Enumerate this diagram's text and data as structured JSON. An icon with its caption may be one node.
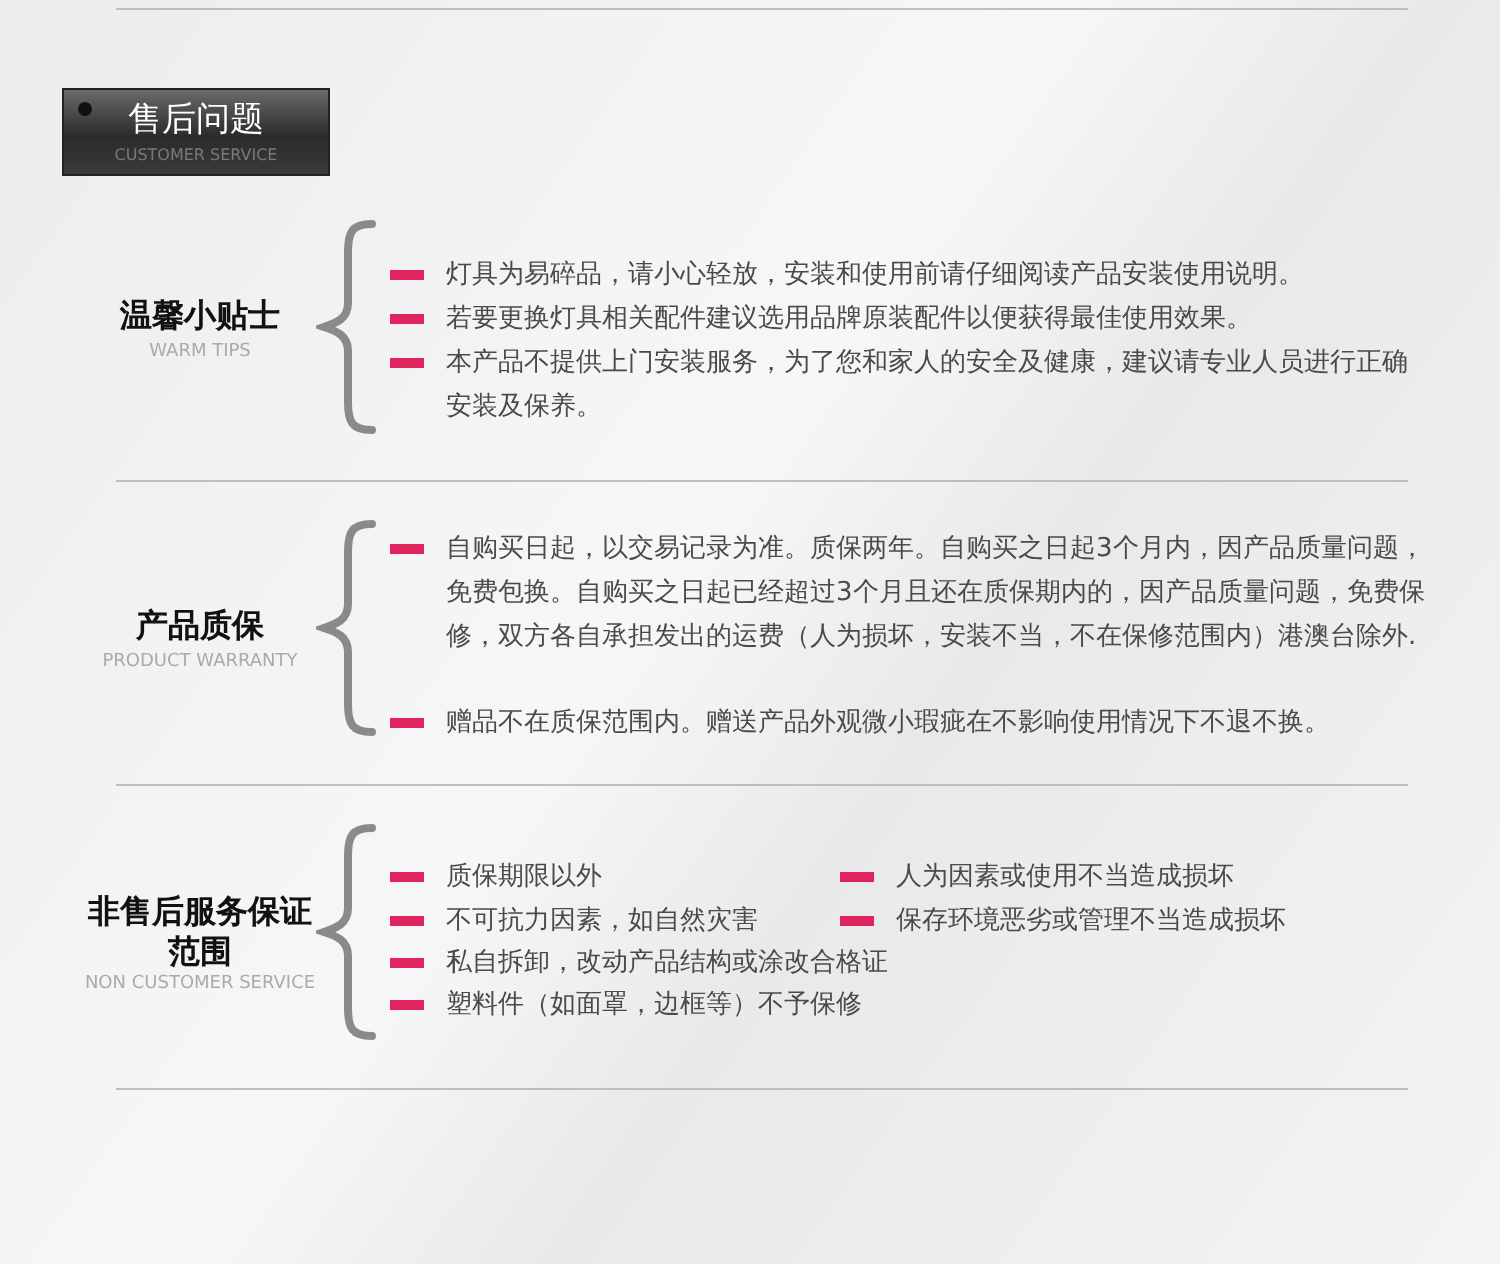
{
  "diagram": {
    "title": "售后问题",
    "labels": [
      "CUSTOMER SERVICE",
      "温馨小贴士",
      "WARM TIPS",
      "灯具为易碎品，请小心轻放，安装和使用前请仔细阅读产品安装使用说明。",
      "若要更换灯具相关配件建议选用品牌原装配件以便获得最佳使用效果。",
      "本产品不提供上门安装服务，为了您和家人的安全及健康，建议请专业人员进行正确安装及保养。",
      "产品质保",
      "PRODUCT WARRANTY",
      "自购买日起，以交易记录为准。质保两年。自购买之日起3个月内，因产品质量问题，免费包换。自购买之日起已经超过3个月且还在质保期内的，因产品质量问题，免费保修，双方各自承担发出的运费（人为损坏，安装不当，不在保修范围内）港澳台除外.",
      "赠品不在质保范围内。赠送产品外观微小瑕疵在不影响使用情况下不退不换。",
      "非售后服务保证范围",
      "NON CUSTOMER SERVICE",
      "质保期限以外",
      "人为因素或使用不当造成损坏",
      "不可抗力因素，如自然灾害",
      "保存环境恶劣或管理不当造成损坏",
      "私自拆卸，改动产品结构或涂改合格证",
      "塑料件（如面罩，边框等）不予保修"
    ]
  }
}
